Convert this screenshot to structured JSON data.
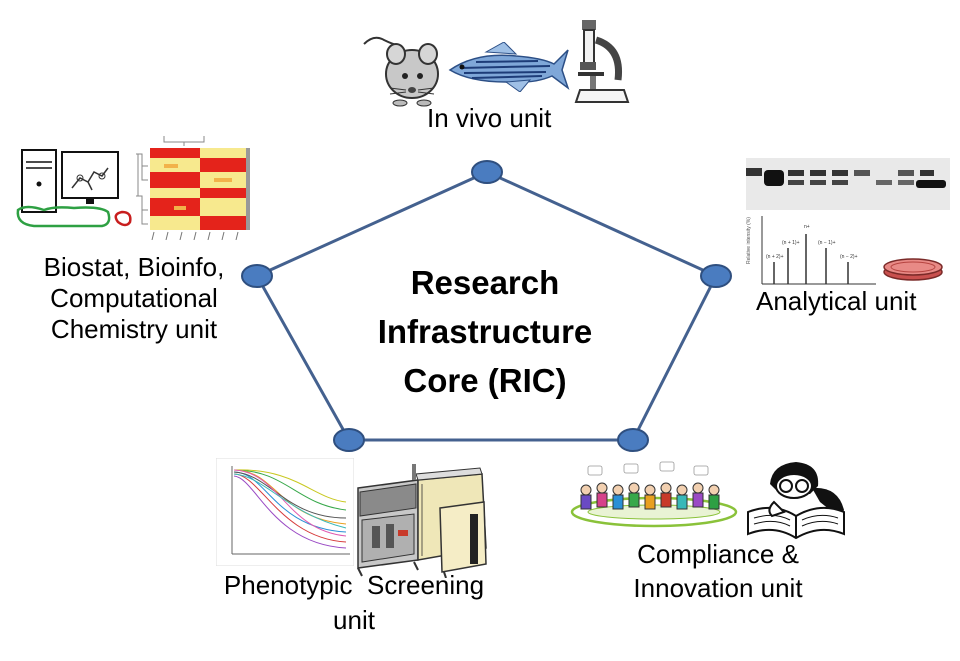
{
  "title_lines": [
    "Research",
    "Infrastructure",
    "Core (RIC)"
  ],
  "units": {
    "in_vivo": {
      "lines": [
        "In vivo unit"
      ]
    },
    "analytical": {
      "lines": [
        "Analytical unit"
      ]
    },
    "biostat": {
      "lines": [
        "Biostat, Bioinfo,",
        "Computational",
        "Chemistry unit"
      ]
    },
    "phenotypic": {
      "lines": [
        "Phenotypic  Screening",
        "unit"
      ]
    },
    "compliance": {
      "lines": [
        "Compliance &",
        "Innovation unit"
      ]
    }
  },
  "colors": {
    "pentagon_line": "#44618f",
    "node_fill": "#4a7cc0",
    "node_stroke": "#2f4f7f",
    "heatmap_red": "#e4231b",
    "heatmap_yellow": "#f7e98e",
    "green_outline": "#2ea043"
  },
  "icons": [
    "mouse-icon",
    "zebrafish-icon",
    "microscope-icon",
    "computer-molecule-icon",
    "heatmap-icon",
    "western-blot-icon",
    "mass-spectrum-icon",
    "petri-dish-icon",
    "dose-response-chart-icon",
    "screening-robot-icon",
    "meeting-people-icon",
    "reading-person-icon"
  ],
  "spectrum_labels": [
    "(n + 2)+",
    "(n + 1)+",
    "n+",
    "(n − 1)+",
    "(n − 2)+"
  ]
}
